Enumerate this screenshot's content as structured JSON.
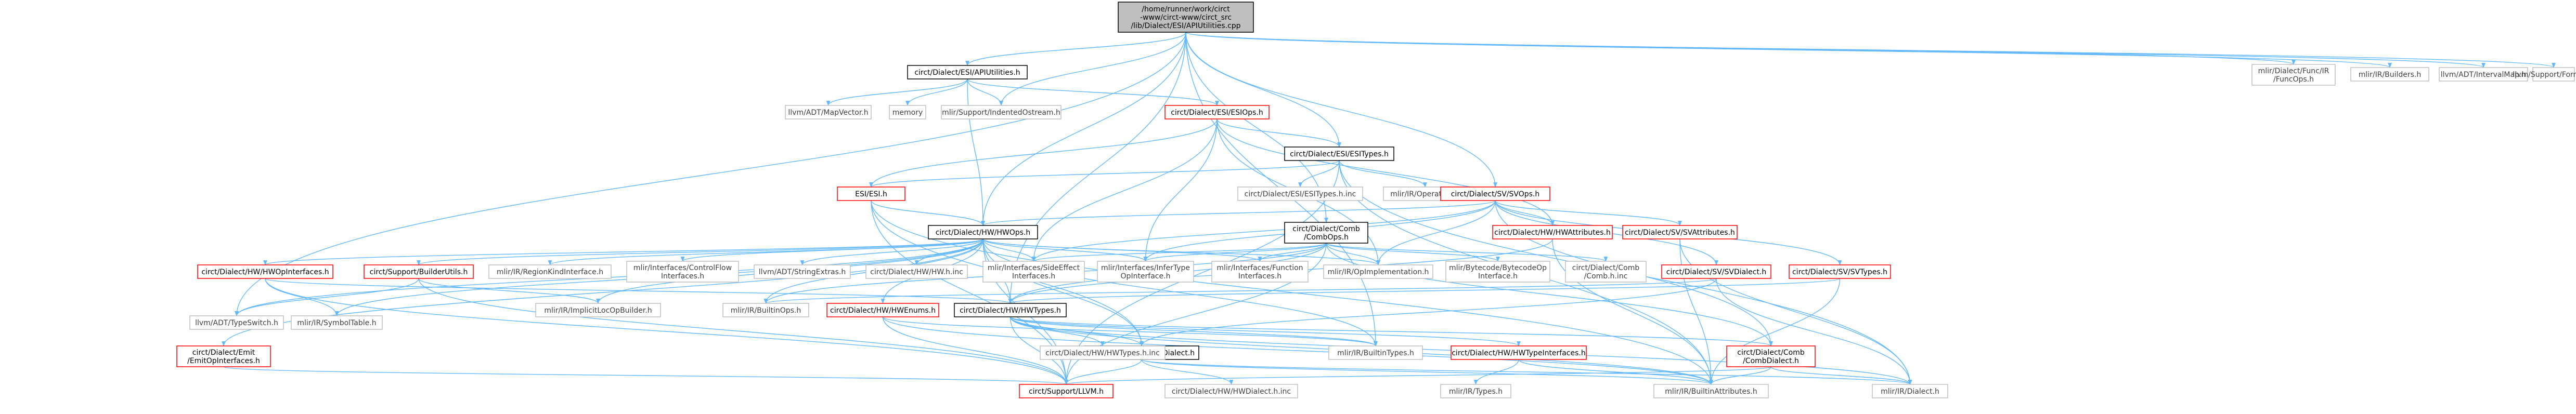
{
  "graph": {
    "nodes": [
      {
        "id": "root",
        "lines": [
          "/home/runner/work/circt",
          "-www/circt-www/circt_src",
          "/lib/Dialect/ESI/APIUtilities.cpp"
        ],
        "style": "root"
      },
      {
        "id": "apiutil_h",
        "lines": [
          "circt/Dialect/ESI/APIUtilities.h"
        ],
        "style": "black"
      },
      {
        "id": "mapvector",
        "lines": [
          "llvm/ADT/MapVector.h"
        ],
        "style": "plain"
      },
      {
        "id": "memory",
        "lines": [
          "memory"
        ],
        "style": "plain"
      },
      {
        "id": "indented",
        "lines": [
          "mlir/Support/IndentedOstream.h"
        ],
        "style": "plain"
      },
      {
        "id": "esiops",
        "lines": [
          "circt/Dialect/ESI/ESIOps.h"
        ],
        "style": "red"
      },
      {
        "id": "esitypes",
        "lines": [
          "circt/Dialect/ESI/ESITypes.h"
        ],
        "style": "black"
      },
      {
        "id": "esitypes_inc",
        "lines": [
          "circt/Dialect/ESI/ESITypes.h.inc"
        ],
        "style": "plain"
      },
      {
        "id": "mlir_operation",
        "lines": [
          "mlir/IR/Operation.h"
        ],
        "style": "plain"
      },
      {
        "id": "esi_h",
        "lines": [
          "ESI/ESI.h"
        ],
        "style": "red"
      },
      {
        "id": "svops",
        "lines": [
          "circt/Dialect/SV/SVOps.h"
        ],
        "style": "red"
      },
      {
        "id": "hwops",
        "lines": [
          "circt/Dialect/HW/HWOps.h"
        ],
        "style": "black"
      },
      {
        "id": "combops",
        "lines": [
          "circt/Dialect/Comb",
          "/CombOps.h"
        ],
        "style": "black"
      },
      {
        "id": "hwattrs",
        "lines": [
          "circt/Dialect/HW/HWAttributes.h"
        ],
        "style": "red"
      },
      {
        "id": "svattrs",
        "lines": [
          "circt/Dialect/SV/SVAttributes.h"
        ],
        "style": "red"
      },
      {
        "id": "hwopiface",
        "lines": [
          "circt/Dialect/HW/HWOpInterfaces.h"
        ],
        "style": "red"
      },
      {
        "id": "builderutils",
        "lines": [
          "circt/Support/BuilderUtils.h"
        ],
        "style": "red"
      },
      {
        "id": "regionkind",
        "lines": [
          "mlir/IR/RegionKindInterface.h"
        ],
        "style": "plain"
      },
      {
        "id": "controlflow",
        "lines": [
          "mlir/Interfaces/ControlFlow",
          "Interfaces.h"
        ],
        "style": "plain"
      },
      {
        "id": "stringextras",
        "lines": [
          "llvm/ADT/StringExtras.h"
        ],
        "style": "plain"
      },
      {
        "id": "hw_h_inc",
        "lines": [
          "circt/Dialect/HW/HW.h.inc"
        ],
        "style": "plain"
      },
      {
        "id": "sideeffect",
        "lines": [
          "mlir/Interfaces/SideEffect",
          "Interfaces.h"
        ],
        "style": "plain"
      },
      {
        "id": "infertype",
        "lines": [
          "mlir/Interfaces/InferType",
          "OpInterface.h"
        ],
        "style": "plain"
      },
      {
        "id": "functioniface",
        "lines": [
          "mlir/Interfaces/Function",
          "Interfaces.h"
        ],
        "style": "plain"
      },
      {
        "id": "opimpl",
        "lines": [
          "mlir/IR/OpImplementation.h"
        ],
        "style": "plain"
      },
      {
        "id": "bytecode",
        "lines": [
          "mlir/Bytecode/BytecodeOp",
          "Interface.h"
        ],
        "style": "plain"
      },
      {
        "id": "comb_h_inc",
        "lines": [
          "circt/Dialect/Comb",
          "/Comb.h.inc"
        ],
        "style": "plain"
      },
      {
        "id": "svdialect",
        "lines": [
          "circt/Dialect/SV/SVDialect.h"
        ],
        "style": "red"
      },
      {
        "id": "svtypes",
        "lines": [
          "circt/Dialect/SV/SVTypes.h"
        ],
        "style": "red"
      },
      {
        "id": "implicitloc",
        "lines": [
          "mlir/IR/ImplicitLocOpBuilder.h"
        ],
        "style": "plain"
      },
      {
        "id": "typeswitch",
        "lines": [
          "llvm/ADT/TypeSwitch.h"
        ],
        "style": "plain"
      },
      {
        "id": "symboltable",
        "lines": [
          "mlir/IR/SymbolTable.h"
        ],
        "style": "plain"
      },
      {
        "id": "builtinops",
        "lines": [
          "mlir/IR/BuiltinOps.h"
        ],
        "style": "plain"
      },
      {
        "id": "hwenums",
        "lines": [
          "circt/Dialect/HW/HWEnums.h"
        ],
        "style": "red"
      },
      {
        "id": "hwtypes",
        "lines": [
          "circt/Dialect/HW/HWTypes.h"
        ],
        "style": "black"
      },
      {
        "id": "emitopiface",
        "lines": [
          "circt/Dialect/Emit",
          "/EmitOpInterfaces.h"
        ],
        "style": "red"
      },
      {
        "id": "hwdialect",
        "lines": [
          "circt/Dialect/HW/HWDialect.h"
        ],
        "style": "black"
      },
      {
        "id": "hwtypes_inc",
        "lines": [
          "circt/Dialect/HW/HWTypes.h.inc"
        ],
        "style": "plain"
      },
      {
        "id": "builtintypes",
        "lines": [
          "mlir/IR/BuiltinTypes.h"
        ],
        "style": "plain"
      },
      {
        "id": "hwtypeiface",
        "lines": [
          "circt/Dialect/HW/HWTypeInterfaces.h"
        ],
        "style": "red"
      },
      {
        "id": "combdialect",
        "lines": [
          "circt/Dialect/Comb",
          "/CombDialect.h"
        ],
        "style": "red"
      },
      {
        "id": "llvm_h",
        "lines": [
          "circt/Support/LLVM.h"
        ],
        "style": "red"
      },
      {
        "id": "hwdialect_inc",
        "lines": [
          "circt/Dialect/HW/HWDialect.h.inc"
        ],
        "style": "plain"
      },
      {
        "id": "mlir_types",
        "lines": [
          "mlir/IR/Types.h"
        ],
        "style": "plain"
      },
      {
        "id": "builtinattrs",
        "lines": [
          "mlir/IR/BuiltinAttributes.h"
        ],
        "style": "plain"
      },
      {
        "id": "mlir_dialect",
        "lines": [
          "mlir/IR/Dialect.h"
        ],
        "style": "plain"
      },
      {
        "id": "funcops",
        "lines": [
          "mlir/Dialect/Func/IR",
          "/FuncOps.h"
        ],
        "style": "plain"
      },
      {
        "id": "mlir_builders",
        "lines": [
          "mlir/IR/Builders.h"
        ],
        "style": "plain"
      },
      {
        "id": "intervalmap",
        "lines": [
          "llvm/ADT/IntervalMap.h"
        ],
        "style": "plain"
      },
      {
        "id": "format",
        "lines": [
          "llvm/Support/Format.h"
        ],
        "style": "plain"
      }
    ],
    "edges": [
      [
        "root",
        "apiutil_h"
      ],
      [
        "root",
        "indented"
      ],
      [
        "root",
        "esitypes"
      ],
      [
        "root",
        "svops"
      ],
      [
        "root",
        "hwops"
      ],
      [
        "root",
        "combops"
      ],
      [
        "root",
        "typeswitch"
      ],
      [
        "root",
        "funcops"
      ],
      [
        "root",
        "mlir_builders"
      ],
      [
        "root",
        "intervalmap"
      ],
      [
        "root",
        "format"
      ],
      [
        "root",
        "hwtypes"
      ],
      [
        "root",
        "builtintypes"
      ],
      [
        "apiutil_h",
        "mapvector"
      ],
      [
        "apiutil_h",
        "memory"
      ],
      [
        "apiutil_h",
        "indented"
      ],
      [
        "apiutil_h",
        "esiops"
      ],
      [
        "apiutil_h",
        "hwops"
      ],
      [
        "esiops",
        "esitypes"
      ],
      [
        "esiops",
        "esi_h"
      ],
      [
        "esiops",
        "sideeffect"
      ],
      [
        "esiops",
        "infertype"
      ],
      [
        "esiops",
        "opimpl"
      ],
      [
        "esiops",
        "hwattrs"
      ],
      [
        "esitypes",
        "esitypes_inc"
      ],
      [
        "esitypes",
        "mlir_operation"
      ],
      [
        "esitypes",
        "esi_h"
      ],
      [
        "esitypes",
        "llvm_h"
      ],
      [
        "esitypes",
        "mlir_dialect"
      ],
      [
        "esitypes",
        "builtinattrs"
      ],
      [
        "esi_h",
        "hwops"
      ],
      [
        "esi_h",
        "llvm_h"
      ],
      [
        "esi_h",
        "hwdialect"
      ],
      [
        "esi_h",
        "builtinattrs"
      ],
      [
        "svops",
        "hwattrs"
      ],
      [
        "svops",
        "svattrs"
      ],
      [
        "svops",
        "svdialect"
      ],
      [
        "svops",
        "svtypes"
      ],
      [
        "svops",
        "sideeffect"
      ],
      [
        "svops",
        "infertype"
      ],
      [
        "svops",
        "opimpl"
      ],
      [
        "svops",
        "combdialect"
      ],
      [
        "svops",
        "hwops"
      ],
      [
        "hwops",
        "hwopiface"
      ],
      [
        "hwops",
        "builderutils"
      ],
      [
        "hwops",
        "regionkind"
      ],
      [
        "hwops",
        "controlflow"
      ],
      [
        "hwops",
        "stringextras"
      ],
      [
        "hwops",
        "hw_h_inc"
      ],
      [
        "hwops",
        "sideeffect"
      ],
      [
        "hwops",
        "infertype"
      ],
      [
        "hwops",
        "functioniface"
      ],
      [
        "hwops",
        "opimpl"
      ],
      [
        "hwops",
        "hwtypes"
      ],
      [
        "hwops",
        "hwdialect"
      ],
      [
        "hwops",
        "builtinops"
      ],
      [
        "hwops",
        "symboltable"
      ],
      [
        "hwops",
        "typeswitch"
      ],
      [
        "hwops",
        "hwenums"
      ],
      [
        "hwops",
        "emitopiface"
      ],
      [
        "hwops",
        "implicitloc"
      ],
      [
        "hwops",
        "llvm_h"
      ],
      [
        "hwops",
        "builtintypes"
      ],
      [
        "combops",
        "sideeffect"
      ],
      [
        "combops",
        "infertype"
      ],
      [
        "combops",
        "functioniface"
      ],
      [
        "combops",
        "opimpl"
      ],
      [
        "combops",
        "bytecode"
      ],
      [
        "combops",
        "comb_h_inc"
      ],
      [
        "combops",
        "hwtypes"
      ],
      [
        "combops",
        "combdialect"
      ],
      [
        "combops",
        "llvm_h"
      ],
      [
        "combops",
        "builtinops"
      ],
      [
        "hwattrs",
        "hwtypes"
      ],
      [
        "hwattrs",
        "builtinattrs"
      ],
      [
        "svattrs",
        "builtinattrs"
      ],
      [
        "svattrs",
        "mlir_dialect"
      ],
      [
        "svdialect",
        "hwdialect"
      ],
      [
        "svdialect",
        "mlir_dialect"
      ],
      [
        "svdialect",
        "builtinops"
      ],
      [
        "svtypes",
        "hwtypes"
      ],
      [
        "svtypes",
        "builtinattrs"
      ],
      [
        "hwopiface",
        "symboltable"
      ],
      [
        "hwopiface",
        "llvm_h"
      ],
      [
        "hwopiface",
        "hwtypes"
      ],
      [
        "builderutils",
        "implicitloc"
      ],
      [
        "builderutils",
        "typeswitch"
      ],
      [
        "builderutils",
        "llvm_h"
      ],
      [
        "hwenums",
        "builtinattrs"
      ],
      [
        "hwenums",
        "llvm_h"
      ],
      [
        "hwenums",
        "builtintypes"
      ],
      [
        "hwtypes",
        "hwtypes_inc"
      ],
      [
        "hwtypes",
        "builtintypes"
      ],
      [
        "hwtypes",
        "hwtypeiface"
      ],
      [
        "hwtypes",
        "hwdialect"
      ],
      [
        "hwtypes",
        "combdialect"
      ],
      [
        "hwtypes",
        "mlir_dialect"
      ],
      [
        "hwtypes",
        "llvm_h"
      ],
      [
        "hwtypes",
        "builtinattrs"
      ],
      [
        "hwtypeiface",
        "mlir_types"
      ],
      [
        "hwtypeiface",
        "builtinattrs"
      ],
      [
        "emitopiface",
        "llvm_h"
      ],
      [
        "hwdialect",
        "hwdialect_inc"
      ],
      [
        "hwdialect",
        "llvm_h"
      ],
      [
        "hwdialect",
        "mlir_dialect"
      ],
      [
        "hwdialect",
        "builtinattrs"
      ],
      [
        "combdialect",
        "mlir_dialect"
      ],
      [
        "combdialect",
        "llvm_h"
      ],
      [
        "combdialect",
        "builtinattrs"
      ]
    ]
  }
}
